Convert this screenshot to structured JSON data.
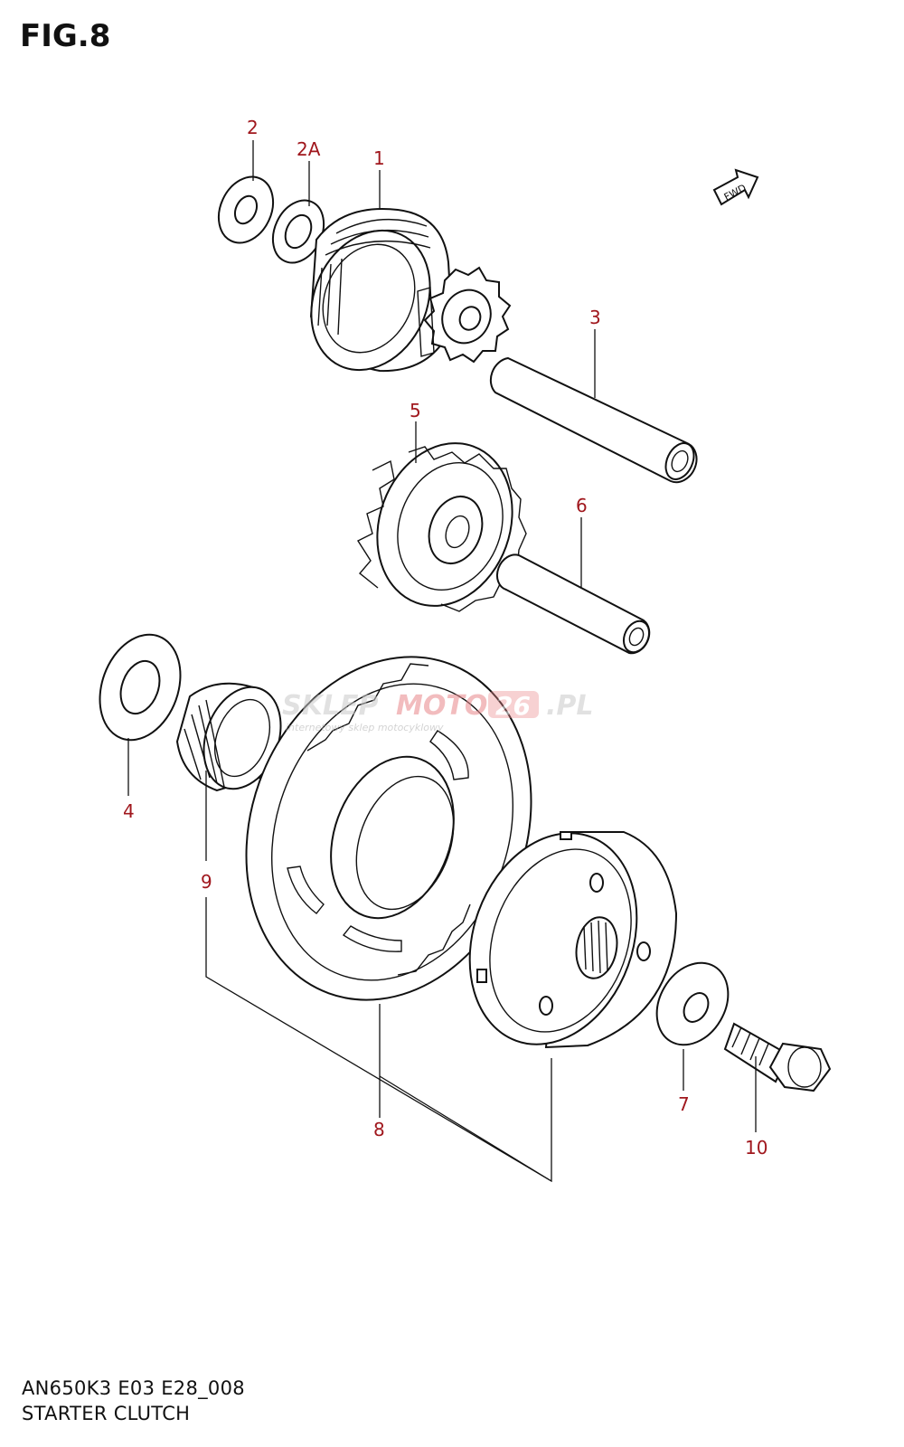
{
  "figure": {
    "title": "FIG.8"
  },
  "footer": {
    "model_code": "AN650K3 E03 E28_008",
    "section_name": "STARTER CLUTCH"
  },
  "direction_badge": {
    "label": "FWD"
  },
  "watermark": {
    "brand_a": "SKLEP",
    "brand_b": "MOTO",
    "brand_c": "26",
    "brand_d": ".PL",
    "tagline": "internetowy sklep motocyklowy"
  },
  "callouts": [
    {
      "id": "1",
      "label": "1"
    },
    {
      "id": "2",
      "label": "2"
    },
    {
      "id": "2A",
      "label": "2A"
    },
    {
      "id": "3",
      "label": "3"
    },
    {
      "id": "4",
      "label": "4"
    },
    {
      "id": "5",
      "label": "5"
    },
    {
      "id": "6",
      "label": "6"
    },
    {
      "id": "7",
      "label": "7"
    },
    {
      "id": "8",
      "label": "8"
    },
    {
      "id": "9",
      "label": "9"
    },
    {
      "id": "10",
      "label": "10"
    }
  ],
  "colors": {
    "callout": "#a0171d",
    "line": "#111111",
    "watermark": "#e8868a"
  }
}
